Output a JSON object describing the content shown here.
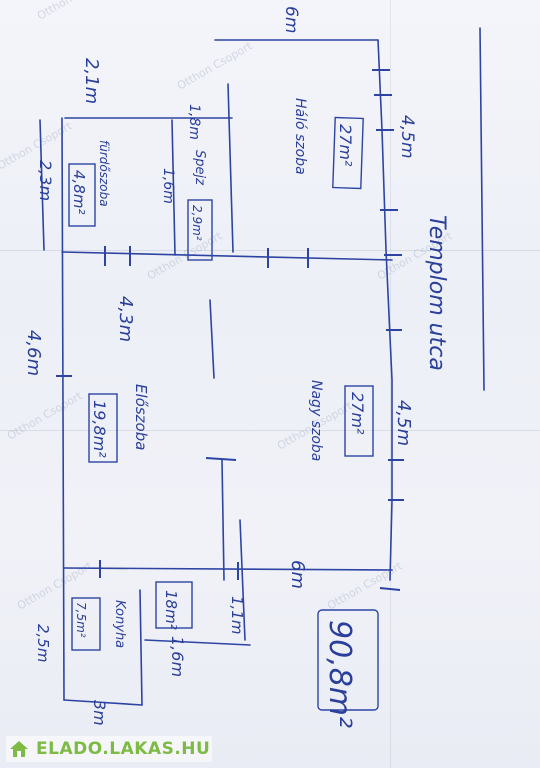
{
  "watermark": "Otthon Csoport",
  "brand": {
    "name": "ELADO.LAKAS.HU",
    "color": "#7dbb45"
  },
  "colors": {
    "ink": "#2a3f9a",
    "paper": "#eef0f6"
  },
  "street": "Templom utca",
  "total_area": "90,8m²",
  "rooms": [
    {
      "name": "Háló szoba",
      "area": "27m²"
    },
    {
      "name": "Nagy szoba",
      "area": "27m²"
    },
    {
      "name": "Spejz",
      "area": "2,9m²"
    },
    {
      "name": "fürdőszoba",
      "area": "4,8m²"
    },
    {
      "name": "Előszoba",
      "area": "19,8m²"
    },
    {
      "name": "",
      "area": "18m²"
    },
    {
      "name": "Konyha",
      "area": "7,5m²"
    }
  ],
  "dimensions": {
    "d_6m_top": "6m",
    "d_4_5m_a": "4,5m",
    "d_4_5m_b": "4,5m",
    "d_6m_mid": "6m",
    "d_2_1m": "2,1m",
    "d_1_8m": "1,8m",
    "d_1_6m_a": "1,6m",
    "d_2_3m": "2,3m",
    "d_4_3m": "4,3m",
    "d_4_6m": "4,6m",
    "d_1_1m": "1,1m",
    "d_1_6m_b": "1,6m",
    "d_2_5m": "2,5m",
    "d_3m": "3m"
  }
}
